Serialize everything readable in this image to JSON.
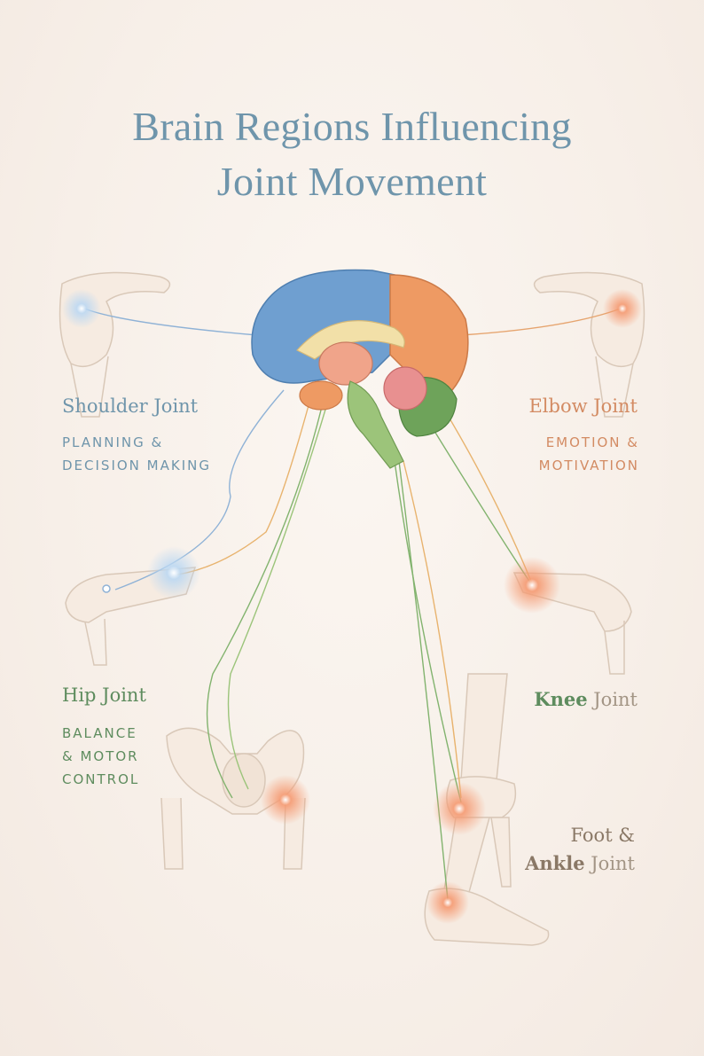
{
  "title": {
    "line1": "Brain Regions Influencing",
    "line2": "Joint Movement"
  },
  "joints": {
    "shoulder": {
      "label": "Shoulder Joint",
      "function_line1": "PLANNING &",
      "function_line2": "DECISION MAKING"
    },
    "elbow": {
      "label": "Elbow Joint",
      "function_line1": "EMOTION &",
      "function_line2": "MOTIVATION"
    },
    "hip": {
      "label": "Hip Joint",
      "function_line1": "BALANCE",
      "function_line2": "& MOTOR",
      "function_line3": "CONTROL"
    },
    "knee": {
      "label_bold": "Knee",
      "label_rest": " Joint"
    },
    "foot": {
      "line1": "Foot &",
      "line2_bold": "Ankle",
      "line2_rest": " Joint"
    }
  },
  "colors": {
    "frontal_blue": "#6f9fd0",
    "parietal_orange": "#ee9a63",
    "cerebellum_green": "#6ea35a",
    "brainstem_green": "#9cc47a",
    "glow_orange": "#f07a4e",
    "glow_blue": "#9cc4ea"
  }
}
